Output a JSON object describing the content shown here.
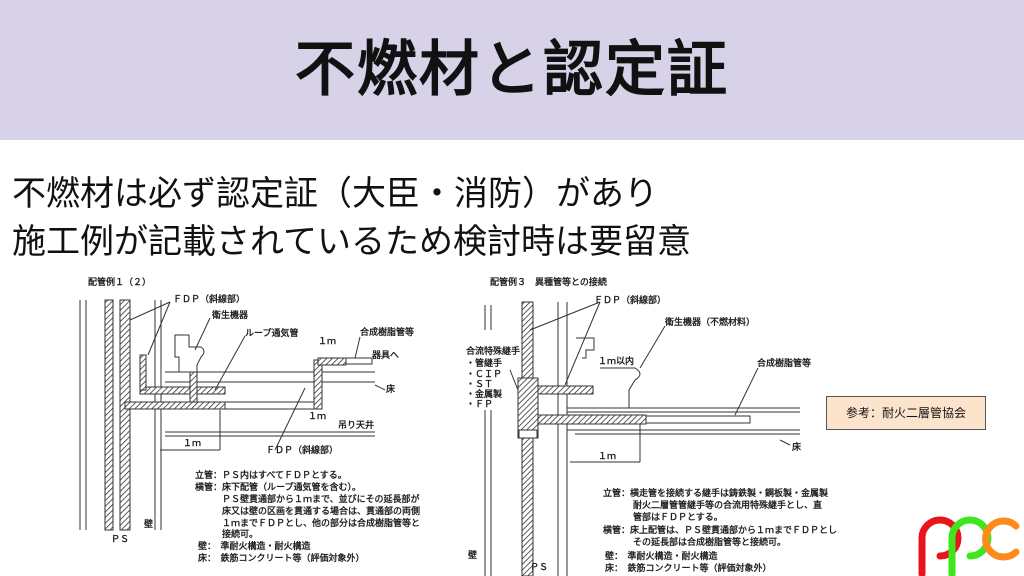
{
  "title": "不燃材と認定証",
  "body": {
    "line1": "不燃材は必ず認定証（大臣・消防）があり",
    "line2": "施工例が記載されているため検討時は要留意"
  },
  "reference": "参考：耐火二層管協会",
  "logo_text": "ppc",
  "diagram_left": {
    "caption": "配管例１（２）",
    "labels": {
      "fdp_top": "ＦＤＰ（斜線部）",
      "fixture": "衛生機器",
      "loop_vent": "ループ通気管",
      "one_m_top": "１ｍ",
      "resin_pipe": "合成樹脂管等",
      "to_fixture": "器具へ",
      "floor": "床",
      "one_m_mid": "１ｍ",
      "ceiling": "吊り天井",
      "one_m_bottom": "１ｍ",
      "fdp_bottom": "ＦＤＰ（斜線部）",
      "wall": "壁",
      "ps": "ＰＳ"
    },
    "notes": [
      "立管：ＰＳ内はすべてＦＤＰとする。",
      "横管：床下配管（ループ通気管を含む）。",
      "ＰＳ壁貫通部から１ｍまで、並びにその延長部が",
      "床又は壁の区画を貫通する場合は、貫通部の両側",
      "１ｍまでＦＤＰとし、他の部分は合成樹脂管等と",
      "接続可。",
      "壁：　準耐火構造・耐火構造",
      "床：　鉄筋コンクリート等（評価対象外）"
    ]
  },
  "diagram_right": {
    "caption": "配管例３　異種管等との接続",
    "labels": {
      "fdp_top": "ＦＤＰ（斜線部）",
      "fixture": "衛生機器（不燃材料）",
      "joint_title": "合流特殊継手",
      "joint_1": "・管継手",
      "joint_2": "・ＣＩＰ",
      "joint_3": "・ＳＴ",
      "joint_4": "・金属製",
      "joint_5": "・ＦＰ",
      "within_1m": "１ｍ以内",
      "resin_pipe": "合成樹脂管等",
      "floor": "床",
      "one_m": "１ｍ",
      "wall": "壁",
      "ps": "ＰＳ"
    },
    "notes": [
      "立管：横走管を接続する継手は鋳鉄製・鋼板製・金属製",
      "耐火二層管管継手等の合流用特殊継手とし、直",
      "管部はＦＤＰとする。",
      "横管：床上配管は、ＰＳ壁貫通部から１ｍまでＦＤＰとし",
      "その延長部は合成樹脂管等と接続可。",
      "壁：　準耐火構造・耐火構造",
      "床：　鉄筋コンクリート等（評価対象外）"
    ]
  },
  "colors": {
    "header": "#d8d2e8",
    "reference_bg": "#fce4cc",
    "logo_red": "#e8151b",
    "logo_green": "#3ee61e",
    "logo_orange": "#ff8a1c"
  }
}
